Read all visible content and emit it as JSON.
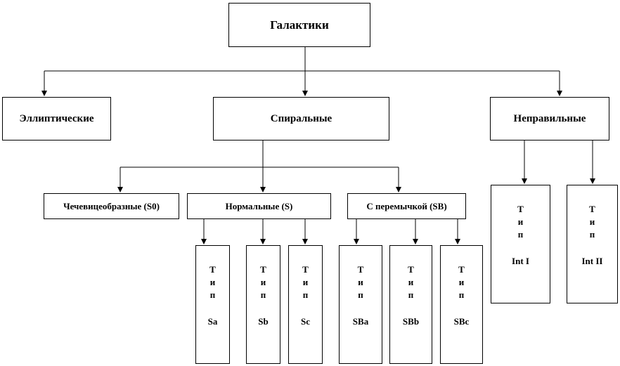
{
  "root": "Галактики",
  "level1": [
    "Эллиптические",
    "Спиральные",
    "Неправильные"
  ],
  "spiral_children": [
    "Чечевицеобразные (S0)",
    "Нормальные (S)",
    "С перемычкой (SB)"
  ],
  "type_letters": [
    "Т",
    "и",
    "п"
  ],
  "normal_types": [
    "Sa",
    "Sb",
    "Sc"
  ],
  "barred_types": [
    "SBa",
    "SBb",
    "SBc"
  ],
  "irregular_types": [
    "Int I",
    "Int II"
  ]
}
